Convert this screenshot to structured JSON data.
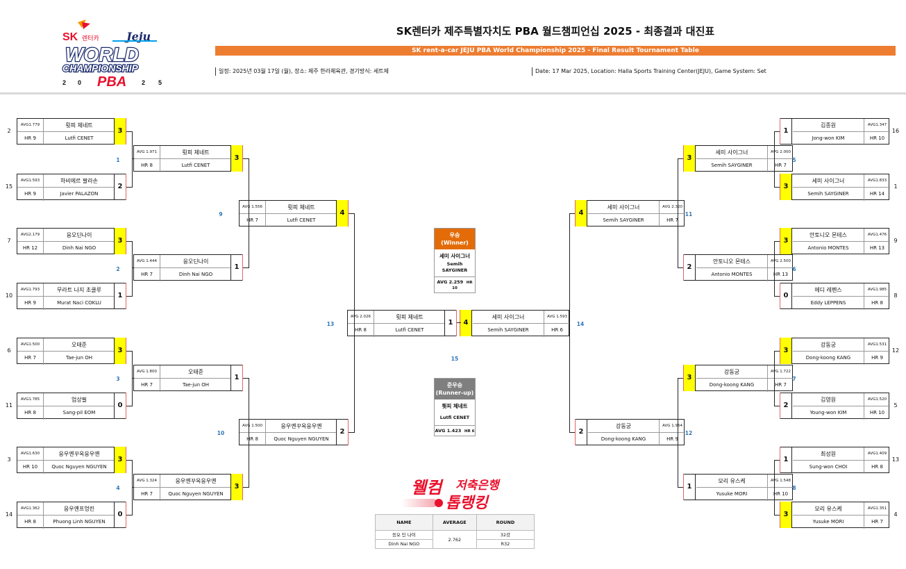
{
  "header": {
    "title_ko": "SK렌터카 제주특별자치도 PBA 월드챔피언십 2025 - 최종결과 대진표",
    "title_en": "SK rent-a-car JEJU PBA World Championship 2025 - Final Result Tournament Table",
    "info_ko": "일정: 2025년 03월 17일 (월), 장소: 제주 한라체육관, 경기방식: 세트제",
    "info_en": "Date: 17 Mar 2025, Location: Halla Sports Training Center(JEJU), Game System: Set"
  },
  "logo": {
    "sk": "SK",
    "rentacar": "렌터카",
    "jeju": "Jeju",
    "world": "WORLD",
    "championship": "CHAMPIONSHIP",
    "pba": "PBA",
    "y1": "2",
    "y2": "0",
    "y3": "2",
    "y4": "5"
  },
  "r1_left": [
    {
      "seed": "2",
      "avg": "AVG1.779",
      "kor": "륏피 체네트",
      "hr": "HR 9",
      "eng": "Lutfi CENET",
      "score": "3",
      "win": true
    },
    {
      "seed": "15",
      "avg": "AVG1.593",
      "kor": "하비에르 팔라손",
      "hr": "HR 9",
      "eng": "Javier PALAZON",
      "score": "2",
      "win": false
    },
    {
      "seed": "7",
      "avg": "AVG2.179",
      "kor": "응오딘나이",
      "hr": "HR 12",
      "eng": "Dinh Nai NGO",
      "score": "3",
      "win": true
    },
    {
      "seed": "10",
      "avg": "AVG1.793",
      "kor": "무라트 나지 초클루",
      "hr": "HR 9",
      "eng": "Murat Naci COKLU",
      "score": "1",
      "win": false
    },
    {
      "seed": "6",
      "avg": "AVG1.500",
      "kor": "오태준",
      "hr": "HR 7",
      "eng": "Tae-jun OH",
      "score": "3",
      "win": true
    },
    {
      "seed": "11",
      "avg": "AVG1.785",
      "kor": "엄상필",
      "hr": "HR 8",
      "eng": "Sang-pil EOM",
      "score": "0",
      "win": false
    },
    {
      "seed": "3",
      "avg": "AVG1.630",
      "kor": "응우옌꾸옥응우옌",
      "hr": "HR 10",
      "eng": "Quoc Nguyen NGUYEN",
      "score": "3",
      "win": true
    },
    {
      "seed": "14",
      "avg": "AVG1.362",
      "kor": "응우옌프엉린",
      "hr": "HR 8",
      "eng": "Phuong Linh NGUYEN",
      "score": "0",
      "win": false
    }
  ],
  "r2_left": [
    {
      "avg": "AVG 1.971",
      "kor": "륏피 체네트",
      "hr": "HR 8",
      "eng": "Lutfi CENET",
      "score": "3",
      "win": true
    },
    {
      "avg": "AVG 1.444",
      "kor": "응오딘나이",
      "hr": "HR 7",
      "eng": "Dinh Nai NGO",
      "score": "1",
      "win": false
    },
    {
      "avg": "AVG 1.800",
      "kor": "오태준",
      "hr": "HR 7",
      "eng": "Tae-jun OH",
      "score": "1",
      "win": false
    },
    {
      "avg": "AVG 1.324",
      "kor": "응우옌꾸옥응우옌",
      "hr": "HR 7",
      "eng": "Quoc Nguyen NGUYEN",
      "score": "3",
      "win": true
    }
  ],
  "r3_left": [
    {
      "avg": "AVG 1.556",
      "kor": "륏피 체네트",
      "hr": "HR 7",
      "eng": "Lutfi CENET",
      "score": "4",
      "win": true
    },
    {
      "avg": "AVG 1.500",
      "kor": "응우옌꾸옥응우옌",
      "hr": "HR 8",
      "eng": "Quoc Nguyen NGUYEN",
      "score": "2",
      "win": false
    }
  ],
  "final_left": {
    "avg": "AVG 2.026",
    "kor": "륏피 체네트",
    "hr": "HR 8",
    "eng": "Lutfi CENET",
    "score": "1",
    "win": false
  },
  "final_right": {
    "avg": "AVG 1.593",
    "kor": "세미 사이그너",
    "hr": "HR 6",
    "eng": "Semih SAYGINER",
    "score": "4",
    "win": true
  },
  "r1_right": [
    {
      "seed": "16",
      "avg": "AVG1.347",
      "kor": "김종원",
      "hr": "HR 10",
      "eng": "Jong-won KIM",
      "score": "1",
      "win": false
    },
    {
      "seed": "1",
      "avg": "AVG1.833",
      "kor": "세미 사이그너",
      "hr": "HR 14",
      "eng": "Semih SAYGINER",
      "score": "3",
      "win": true
    },
    {
      "seed": "9",
      "avg": "AVG1.476",
      "kor": "안토니오 몬테스",
      "hr": "HR 13",
      "eng": "Antonio MONTES",
      "score": "3",
      "win": true
    },
    {
      "seed": "8",
      "avg": "AVG1.985",
      "kor": "에디 레펜스",
      "hr": "HR 8",
      "eng": "Eddy LEPPENS",
      "score": "0",
      "win": false
    },
    {
      "seed": "12",
      "avg": "AVG1.531",
      "kor": "강동궁",
      "hr": "HR 9",
      "eng": "Dong-koong KANG",
      "score": "3",
      "win": true
    },
    {
      "seed": "5",
      "avg": "AVG1.520",
      "kor": "김영원",
      "hr": "HR 10",
      "eng": "Young-won KIM",
      "score": "2",
      "win": false
    },
    {
      "seed": "13",
      "avg": "AVG1.409",
      "kor": "최성원",
      "hr": "HR 8",
      "eng": "Sung-won CHOI",
      "score": "1",
      "win": false
    },
    {
      "seed": "4",
      "avg": "AVG1.351",
      "kor": "모리 유스케",
      "hr": "HR 7",
      "eng": "Yusuke MORI",
      "score": "3",
      "win": true
    }
  ],
  "r2_right": [
    {
      "avg": "AVG 2.000",
      "kor": "세미 사이그너",
      "hr": "HR 7",
      "eng": "Semih SAYGINER",
      "score": "3",
      "win": true
    },
    {
      "avg": "AVG 2.500",
      "kor": "안토니오 몬테스",
      "hr": "HR 13",
      "eng": "Antonio MONTES",
      "score": "2",
      "win": false
    },
    {
      "avg": "AVG 1.722",
      "kor": "강동궁",
      "hr": "HR 7",
      "eng": "Dong-koong KANG",
      "score": "3",
      "win": true
    },
    {
      "avg": "AVG 1.548",
      "kor": "모리 유스케",
      "hr": "HR 10",
      "eng": "Yusuke MORI",
      "score": "1",
      "win": false
    }
  ],
  "r3_right": [
    {
      "avg": "AVG 2.320",
      "kor": "세미 사이그너",
      "hr": "HR 7",
      "eng": "Semih SAYGINER",
      "score": "4",
      "win": true
    },
    {
      "avg": "AVG 1.964",
      "kor": "강동궁",
      "hr": "HR 9",
      "eng": "Dong-koong KANG",
      "score": "2",
      "win": false
    }
  ],
  "match_numbers": {
    "m1": "1",
    "m2": "2",
    "m3": "3",
    "m4": "4",
    "m5": "5",
    "m6": "6",
    "m7": "7",
    "m8": "8",
    "m9": "9",
    "m10": "10",
    "m11": "11",
    "m12": "12",
    "m13": "13",
    "m14": "14",
    "m15": "15"
  },
  "winner": {
    "title": "우승",
    "title_en": "(Winner)",
    "kor": "세미 사이그너",
    "eng": "Semih SAYGINER",
    "avg": "AVG 2.259",
    "hr": "HR 10",
    "color": "#e36c09"
  },
  "runnerup": {
    "title": "준우승",
    "title_en": "(Runner-up)",
    "kor": "륏피 체네트",
    "eng": "Lutfi CENET",
    "avg": "AVG 1.423",
    "hr": "HR 6",
    "color": "#7f7f7f"
  },
  "sponsor": {
    "line1": "웰컴",
    "line1b": "저축은행",
    "line2": "톱랭킹",
    "col_name": "NAME",
    "col_avg": "AVERAGE",
    "col_round": "ROUND",
    "name_ko": "응오 딘 나이",
    "name_en": "Dinh Nai NGO",
    "average": "2.762",
    "round_ko": "32강",
    "round_en": "R32"
  },
  "colors": {
    "accent": "#ed7d31",
    "win_score": "#ffff00",
    "match_no": "#2e75b6",
    "brand_red": "#e8112d"
  }
}
